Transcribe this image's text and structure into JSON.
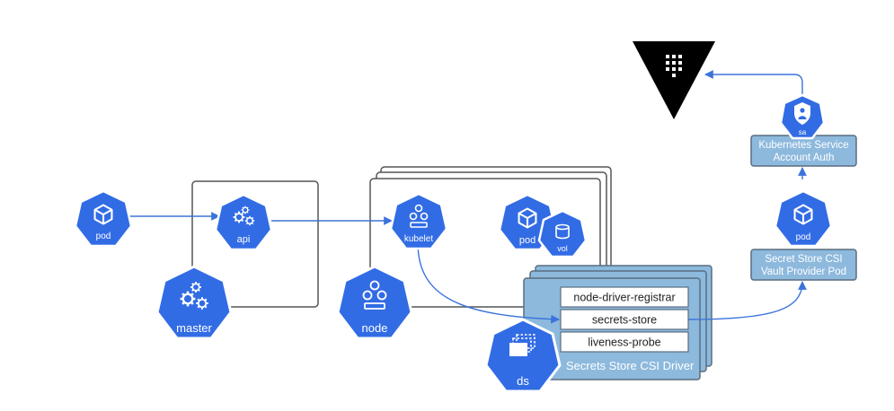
{
  "labels": {
    "pod_left": "pod",
    "api": "api",
    "master": "master",
    "kubelet": "kubelet",
    "node": "node",
    "pod_node": "pod",
    "vol": "vol",
    "ds": "ds",
    "sa": "sa",
    "pod_provider": "pod",
    "k8s_auth_line1": "Kubernetes Service",
    "k8s_auth_line2": "Account Auth",
    "provider_line1": "Secret Store CSI",
    "provider_line2": "Vault Provider Pod",
    "csi_driver": "Secrets Store CSI Driver",
    "container_1": "node-driver-registrar",
    "container_2": "secrets-store",
    "container_3": "liveness-probe"
  },
  "icons": {
    "vault": "vault-logo-icon",
    "pod": "cube-icon",
    "api": "gears-icon",
    "kubelet": "kubelet-icon",
    "ds": "daemonset-icon",
    "sa": "service-account-icon",
    "vol": "volume-icon"
  },
  "colors": {
    "k8s_blue": "#326CE5",
    "arrow_blue": "#3B73D9",
    "panel_light_blue": "#8DB9DD",
    "panel_border": "#5A6E80",
    "frame_border": "#555555",
    "vault_black": "#000000"
  }
}
